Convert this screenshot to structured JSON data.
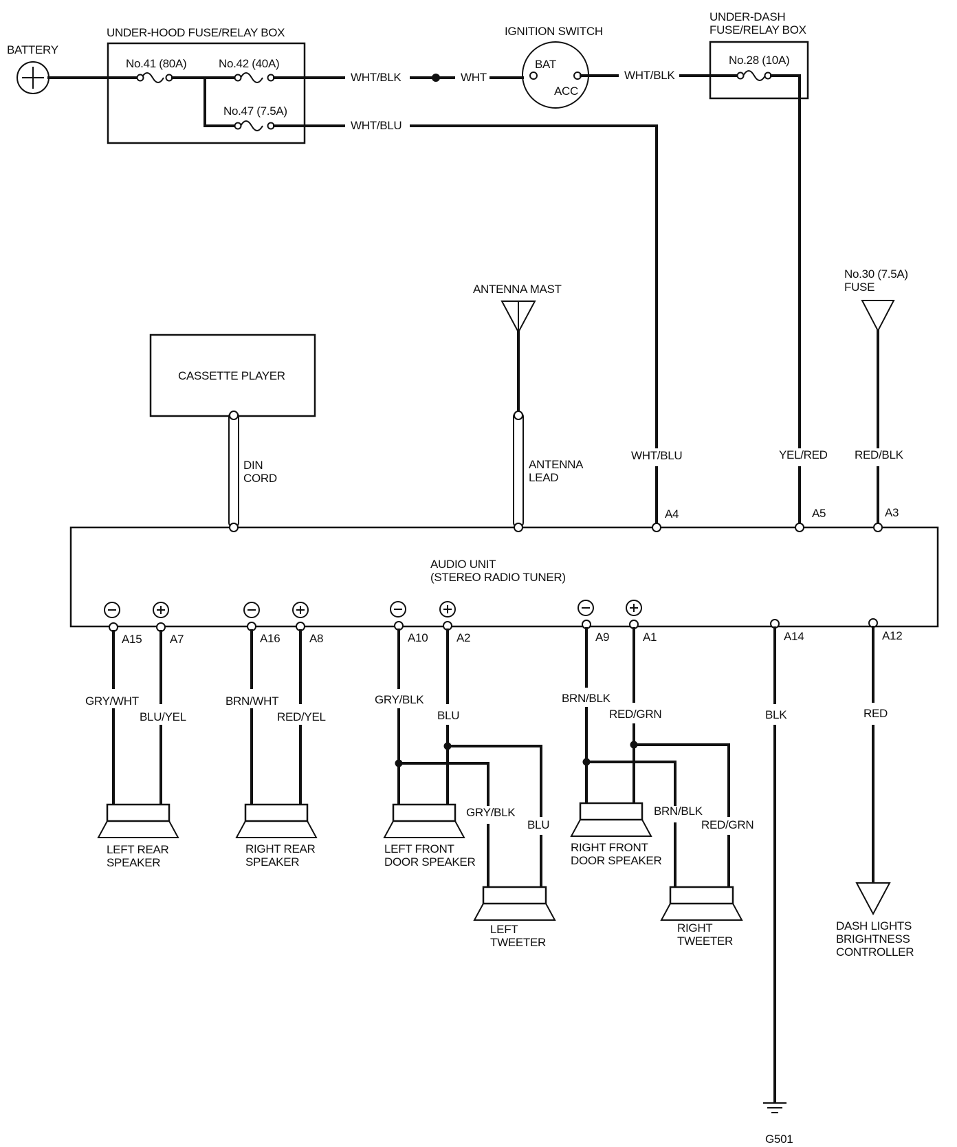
{
  "battery": {
    "label": "BATTERY"
  },
  "underhood_box": {
    "label": "UNDER-HOOD FUSE/RELAY BOX",
    "fuses": [
      "No.41 (80A)",
      "No.42 (40A)",
      "No.47 (7.5A)"
    ]
  },
  "ignition_switch": {
    "label": "IGNITION SWITCH",
    "bat": "BAT",
    "acc": "ACC"
  },
  "underdash_box": {
    "label_line1": "UNDER-DASH",
    "label_line2": "FUSE/RELAY BOX",
    "fuse": "No.28 (10A)"
  },
  "fuse30": {
    "line1": "No.30 (7.5A)",
    "line2": "FUSE"
  },
  "antenna_mast": {
    "label": "ANTENNA MAST"
  },
  "antenna_lead": {
    "line1": "ANTENNA",
    "line2": "LEAD"
  },
  "cassette": {
    "label": "CASSETTE PLAYER"
  },
  "din_cord": {
    "line1": "DIN",
    "line2": "CORD"
  },
  "audio_unit": {
    "line1": "AUDIO UNIT",
    "line2": "(STEREO RADIO TUNER)"
  },
  "wires": {
    "wht_blk_1": "WHT/BLK",
    "wht": "WHT",
    "wht_blk_2": "WHT/BLK",
    "wht_blu_top": "WHT/BLU",
    "wht_blu_v": "WHT/BLU",
    "yel_red": "YEL/RED",
    "red_blk": "RED/BLK",
    "gry_wht": "GRY/WHT",
    "blu_yel": "BLU/YEL",
    "brn_wht": "BRN/WHT",
    "red_yel": "RED/YEL",
    "gry_blk": "GRY/BLK",
    "blu": "BLU",
    "brn_blk": "BRN/BLK",
    "red_grn": "RED/GRN",
    "blk": "BLK",
    "red": "RED",
    "lt_gry_blk": "GRY/BLK",
    "lt_blu": "BLU",
    "rt_brn_blk": "BRN/BLK",
    "rt_red_grn": "RED/GRN"
  },
  "terminals": {
    "a4": "A4",
    "a5": "A5",
    "a3": "A3",
    "a15": "A15",
    "a7": "A7",
    "a16": "A16",
    "a8": "A8",
    "a10": "A10",
    "a2": "A2",
    "a9": "A9",
    "a1": "A1",
    "a14": "A14",
    "a12": "A12"
  },
  "speakers": {
    "left_rear": [
      "LEFT REAR",
      "SPEAKER"
    ],
    "right_rear": [
      "RIGHT REAR",
      "SPEAKER"
    ],
    "left_front": [
      "LEFT FRONT",
      "DOOR SPEAKER"
    ],
    "right_front": [
      "RIGHT FRONT",
      "DOOR SPEAKER"
    ],
    "left_tweeter": [
      "LEFT",
      "TWEETER"
    ],
    "right_tweeter": [
      "RIGHT",
      "TWEETER"
    ]
  },
  "dash_lights": [
    "DASH LIGHTS",
    "BRIGHTNESS",
    "CONTROLLER"
  ],
  "ground": {
    "label": "G501"
  }
}
